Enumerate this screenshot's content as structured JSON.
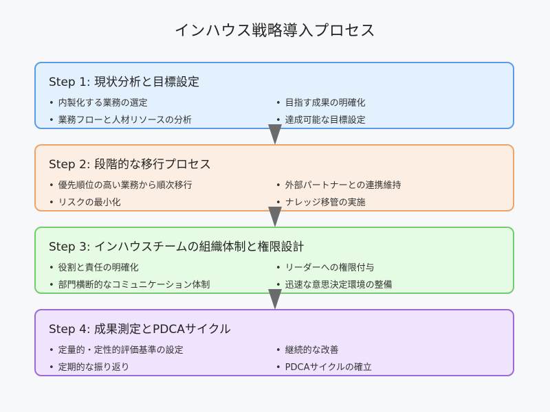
{
  "title": "インハウス戦略導入プロセス",
  "bullet_char": "•",
  "steps": [
    {
      "title": "Step 1: 現状分析と目標設定",
      "items": [
        "内製化する業務の選定",
        "目指す成果の明確化",
        "業務フローと人材リソースの分析",
        "達成可能な目標設定"
      ],
      "bg": "#e3f0fd",
      "border": "#5a9ae6"
    },
    {
      "title": "Step 2: 段階的な移行プロセス",
      "items": [
        "優先順位の高い業務から順次移行",
        "外部パートナーとの連携維持",
        "リスクの最小化",
        "ナレッジ移管の実施"
      ],
      "bg": "#fdeee3",
      "border": "#f0a26b"
    },
    {
      "title": "Step 3: インハウスチームの組織体制と権限設計",
      "items": [
        "役割と責任の明確化",
        "リーダーへの権限付与",
        "部門横断的なコミュニケーション体制",
        "迅速な意思決定環境の整備"
      ],
      "bg": "#e6fbe3",
      "border": "#72cc6e"
    },
    {
      "title": "Step 4: 成果測定とPDCAサイクル",
      "items": [
        "定量的・定性的評価基準の設定",
        "継続的な改善",
        "定期的な振り返り",
        "PDCAサイクルの確立"
      ],
      "bg": "#efe3fd",
      "border": "#9b6ad6"
    }
  ]
}
